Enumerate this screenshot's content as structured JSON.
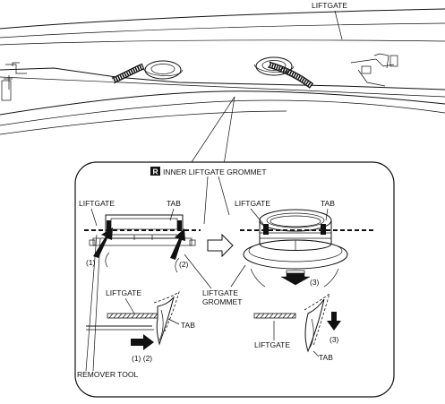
{
  "labels": {
    "liftgate_top": "LIFTGATE",
    "badge": "R",
    "section_title": "INNER LIFTGATE GROMMET",
    "liftgate_left": "LIFTGATE",
    "tab_left": "TAB",
    "liftgate_right": "LIFTGATE",
    "tab_right": "TAB",
    "step1": "(1)",
    "step2": "(2)",
    "liftgate_grommet_line1": "LIFTGATE",
    "liftgate_grommet_line2": "GROMMET",
    "step3": "(3)",
    "liftgate_lower_left": "LIFTGATE",
    "tab_lower_left": "TAB",
    "steps_1_2": "(1) (2)",
    "liftgate_lower_right": "LIFTGATE",
    "step3_lower": "(3)",
    "tab_lower_right": "TAB",
    "remover_tool": "REMOVER TOOL"
  }
}
